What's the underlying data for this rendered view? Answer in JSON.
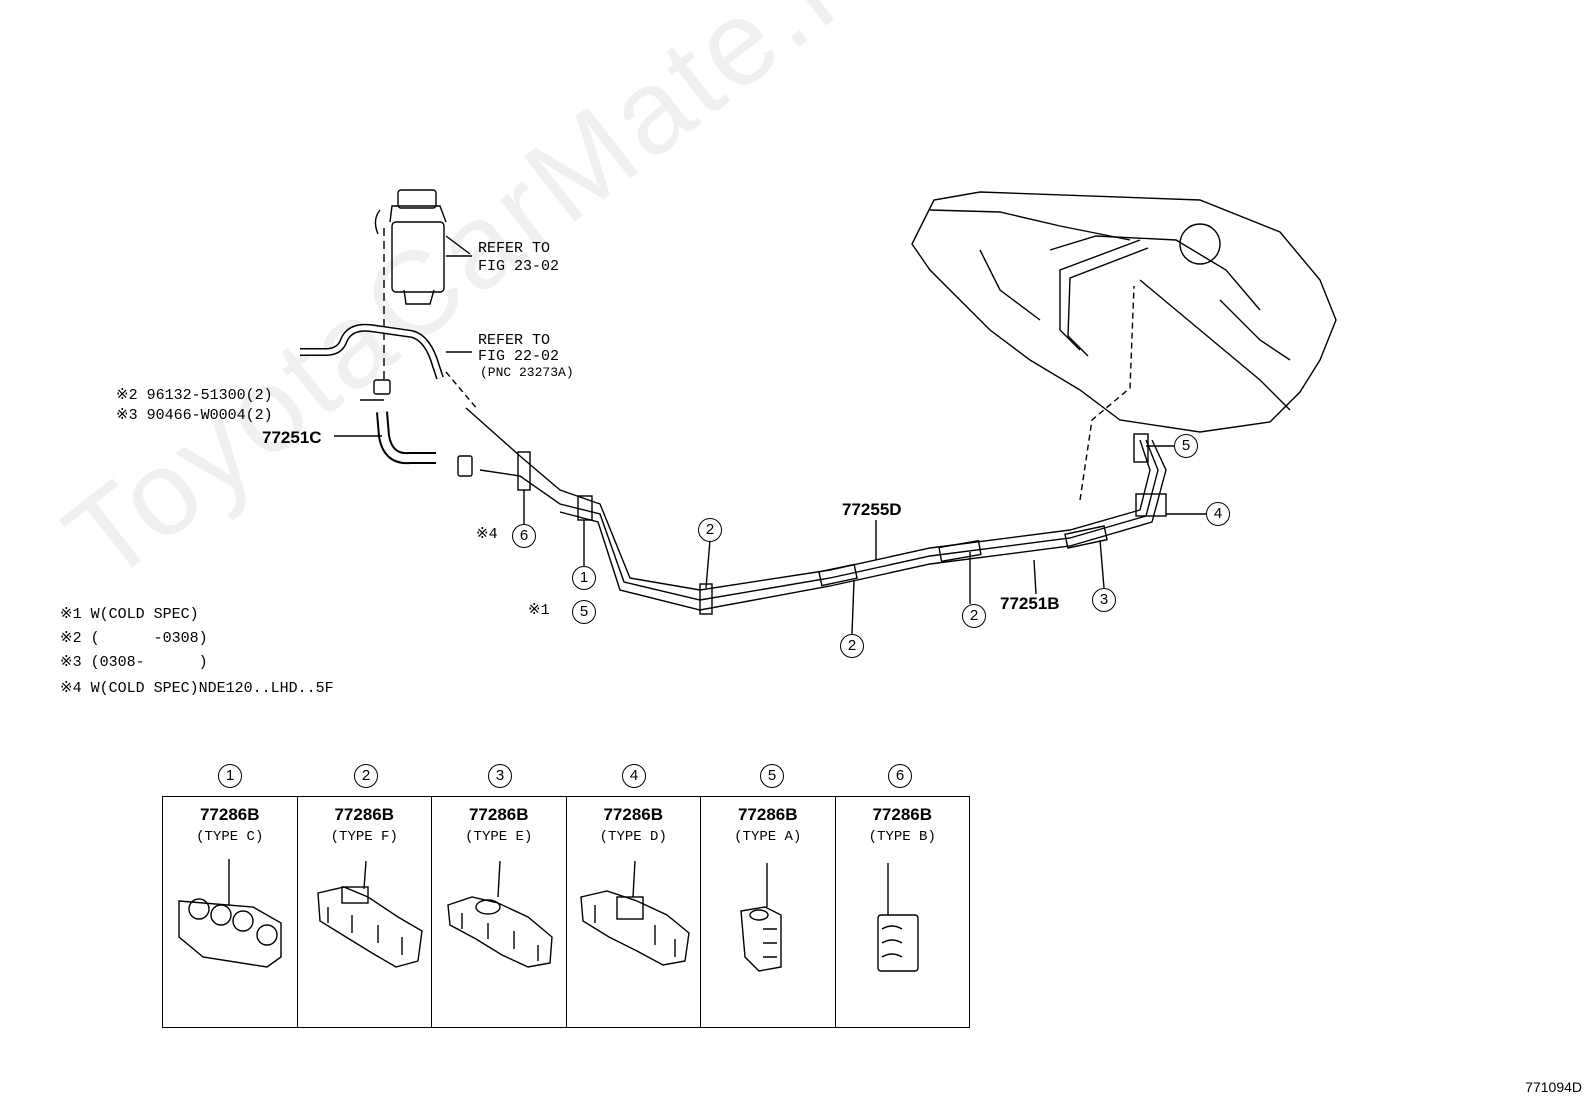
{
  "watermark": "ToyotaCarMate.ru",
  "refer_filter": {
    "line1": "REFER TO",
    "line2": "FIG 23-02"
  },
  "refer_hose": {
    "line1": "REFER TO",
    "line2": "FIG 22-02",
    "line3": "(PNC 23273A)"
  },
  "clip_parts": [
    {
      "mark": "※2",
      "text": "96132-51300(2)"
    },
    {
      "mark": "※3",
      "text": "90466-W0004(2)"
    }
  ],
  "parts": {
    "hose": "77251C",
    "tube_main": "77255D",
    "tube_second": "77251B"
  },
  "callout_marks": {
    "m4": "※4",
    "m1": "※1"
  },
  "callouts": {
    "c6": "6",
    "c1": "1",
    "c5a": "5",
    "c2a": "2",
    "c2b": "2",
    "c2c": "2",
    "c3": "3",
    "c4": "4",
    "c5b": "5"
  },
  "notes": [
    {
      "mark": "※1",
      "text": "W(COLD SPEC)"
    },
    {
      "mark": "※2",
      "text": "(      -0308)"
    },
    {
      "mark": "※3",
      "text": "(0308-      )"
    },
    {
      "mark": "※4",
      "text": "W(COLD SPEC)NDE120..LHD..5F"
    }
  ],
  "clamp_table": [
    {
      "num": "1",
      "part": "77286B",
      "type": "(TYPE C)"
    },
    {
      "num": "2",
      "part": "77286B",
      "type": "(TYPE F)"
    },
    {
      "num": "3",
      "part": "77286B",
      "type": "(TYPE E)"
    },
    {
      "num": "4",
      "part": "77286B",
      "type": "(TYPE D)"
    },
    {
      "num": "5",
      "part": "77286B",
      "type": "(TYPE A)"
    },
    {
      "num": "6",
      "part": "77286B",
      "type": "(TYPE B)"
    }
  ],
  "figure_code": "771094D"
}
